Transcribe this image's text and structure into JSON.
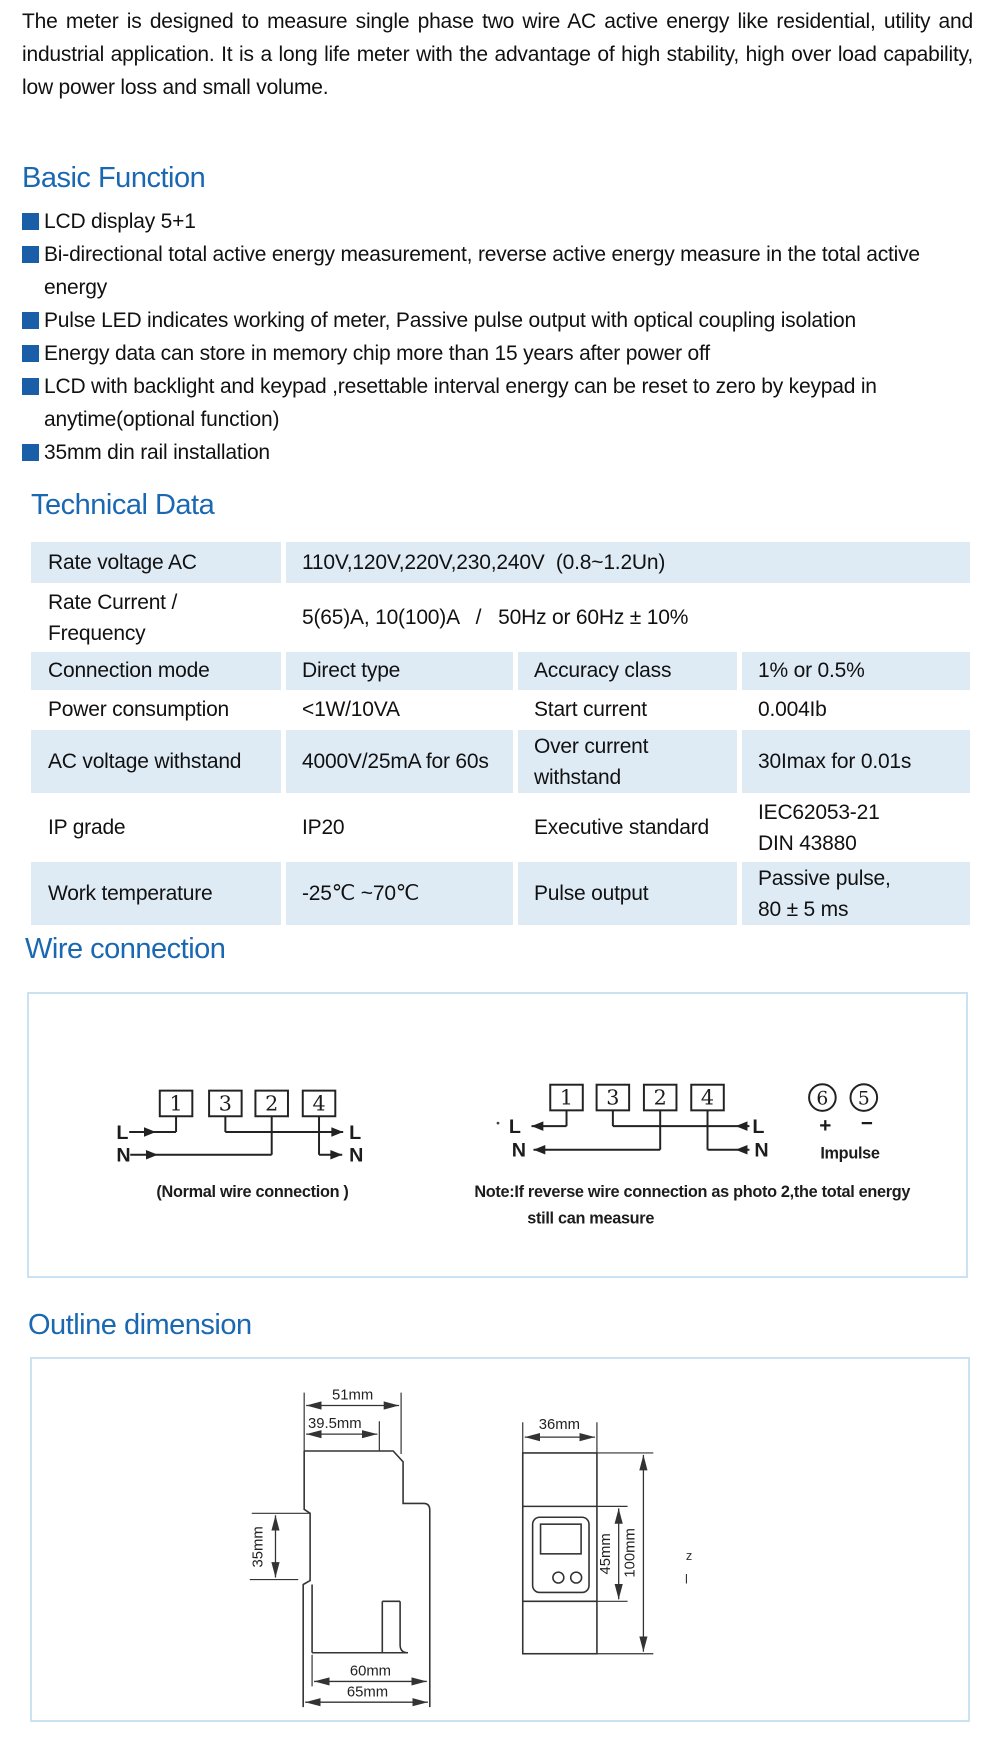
{
  "colors": {
    "heading_blue": "#1A68B2",
    "bullet_blue": "#1A5EA8",
    "row_blue": "#DEEBF5",
    "box_border": "#CBE2F2"
  },
  "intro": {
    "text": "The meter is designed to measure single phase two wire AC active energy like residential, utility and industrial application. It is a long life meter with the advantage of high stability, high over load capability, low power loss and small volume."
  },
  "basic_function": {
    "title": "Basic Function",
    "bullets": [
      {
        "text": "LCD display 5+1"
      },
      {
        "text": "Bi-directional total active energy measurement, reverse active energy measure in the total active energy"
      },
      {
        "text": "Pulse LED indicates working of meter, Passive pulse output with optical coupling isolation"
      },
      {
        "text": "Energy data can store in memory chip more than 15 years after power off"
      },
      {
        "text": "LCD with backlight and keypad ,resettable interval energy can be reset to zero by keypad in anytime(optional function)"
      },
      {
        "text": "35mm din rail installation"
      }
    ]
  },
  "technical_data": {
    "title": "Technical Data",
    "rows": [
      {
        "cells": [
          {
            "lines": [
              "Rate voltage AC"
            ]
          },
          {
            "lines": [
              "110V,120V,220V,230,240V  (0.8~1.2Un)"
            ]
          }
        ]
      },
      {
        "cells": [
          {
            "lines": [
              "Rate Current /",
              "Frequency"
            ]
          },
          {
            "lines": [
              "5(65)A, 10(100)A   /   50Hz or 60Hz ± 10%"
            ]
          }
        ]
      },
      {
        "cells": [
          {
            "lines": [
              "Connection mode"
            ]
          },
          {
            "lines": [
              "Direct type"
            ]
          },
          {
            "lines": [
              "Accuracy class"
            ]
          },
          {
            "lines": [
              "1% or 0.5%"
            ]
          }
        ]
      },
      {
        "cells": [
          {
            "lines": [
              "Power consumption"
            ]
          },
          {
            "lines": [
              "<1W/10VA"
            ]
          },
          {
            "lines": [
              "Start current"
            ]
          },
          {
            "lines": [
              "0.004Ib"
            ]
          }
        ]
      },
      {
        "cells": [
          {
            "lines": [
              "AC voltage withstand"
            ]
          },
          {
            "lines": [
              "4000V/25mA for 60s"
            ]
          },
          {
            "lines": [
              "Over current",
              "withstand"
            ]
          },
          {
            "lines": [
              "30Imax for 0.01s"
            ]
          }
        ]
      },
      {
        "cells": [
          {
            "lines": [
              "IP grade"
            ]
          },
          {
            "lines": [
              "IP20"
            ]
          },
          {
            "lines": [
              "Executive standard"
            ]
          },
          {
            "lines": [
              "IEC62053-21",
              "DIN 43880"
            ]
          }
        ]
      },
      {
        "cells": [
          {
            "lines": [
              "Work temperature"
            ]
          },
          {
            "lines": [
              "-25℃ ~70℃"
            ]
          },
          {
            "lines": [
              "Pulse output"
            ]
          },
          {
            "lines": [
              "Passive pulse,",
              "80 ± 5 ms"
            ]
          }
        ]
      }
    ]
  },
  "wire_connection": {
    "title": "Wire connection",
    "normal": {
      "terminals": [
        "1",
        "3",
        "2",
        "4"
      ],
      "left_labels": [
        "L",
        "N"
      ],
      "right_labels": [
        "L",
        "N"
      ],
      "caption": "(Normal wire connection )"
    },
    "reverse": {
      "terminals": [
        "1",
        "3",
        "2",
        "4"
      ],
      "left_labels": [
        "L",
        "N"
      ],
      "right_labels": [
        "L",
        "N"
      ]
    },
    "impulse": {
      "circles": [
        "6",
        "5"
      ],
      "plus": "+",
      "minus": "−",
      "label": "Impulse"
    },
    "note_line1": "Note:If reverse wire connection as photo 2,the total energy",
    "note_line2": "still can measure"
  },
  "outline_dimension": {
    "title": "Outline dimension",
    "side_view": {
      "width_top": "51mm",
      "width_face": "39.5mm",
      "height_left": "35mm",
      "width_bottom_inner": "60mm",
      "width_bottom_outer": "65mm"
    },
    "front_view": {
      "width": "36mm",
      "window_height": "45mm",
      "height": "100mm"
    },
    "fragments": [
      "z",
      "l"
    ]
  }
}
